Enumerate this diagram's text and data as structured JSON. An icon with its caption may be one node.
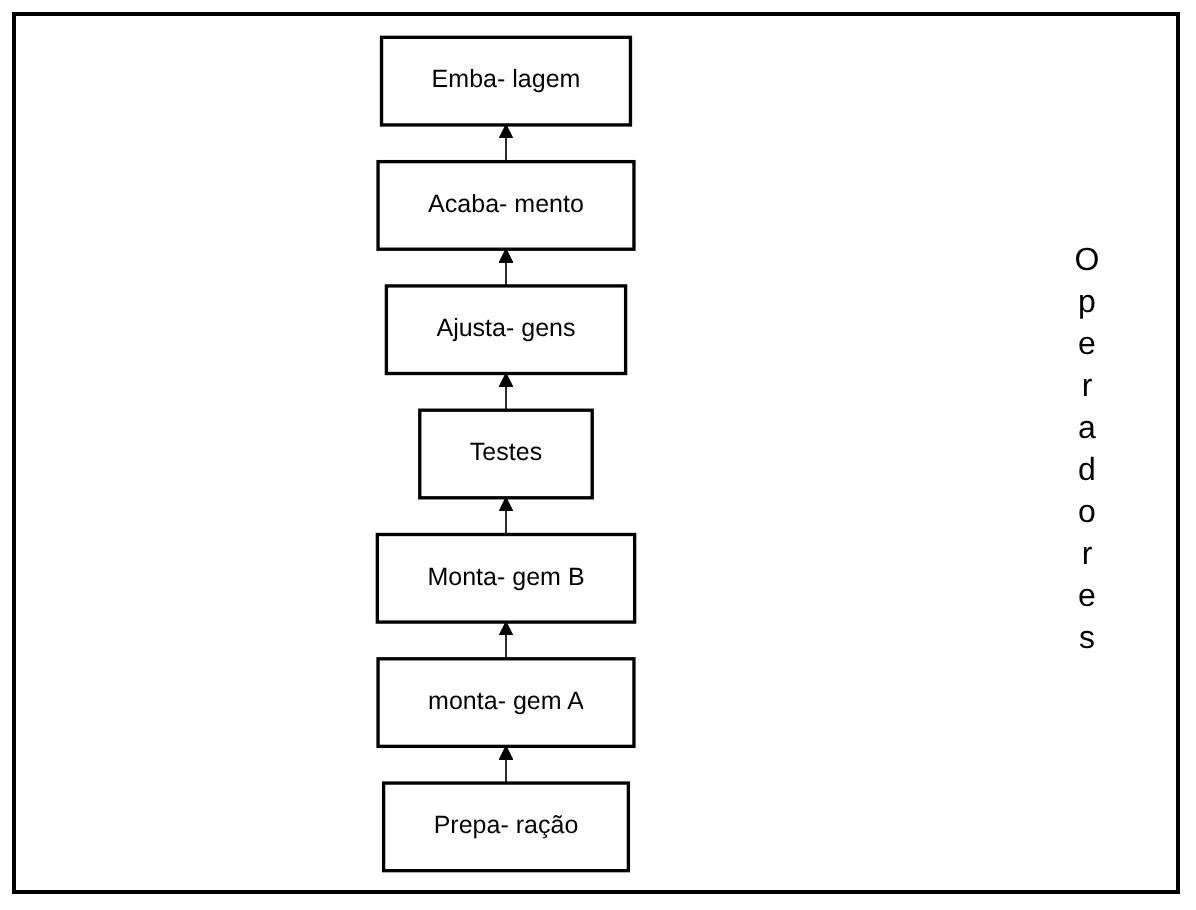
{
  "diagram": {
    "nodes": [
      {
        "text": [
          "Prepa- ração"
        ]
      },
      {
        "text": [
          "monta- gem A"
        ]
      },
      {
        "text": [
          "Monta- gem B"
        ]
      },
      {
        "text": [
          "Testes"
        ]
      },
      {
        "text": [
          "Ajusta- gens"
        ]
      },
      {
        "text": [
          "Acaba- mento"
        ]
      },
      {
        "text": [
          "Emba- lagem"
        ]
      }
    ],
    "edges": [
      {
        "from": 0,
        "to": 1,
        "arrow": "to"
      },
      {
        "from": 1,
        "to": 2,
        "arrow": "to"
      },
      {
        "from": 2,
        "to": 3,
        "arrow": "to"
      },
      {
        "from": 3,
        "to": 4,
        "arrow": "to"
      },
      {
        "from": 4,
        "to": 5,
        "arrow": "to"
      },
      {
        "from": 5,
        "to": 6,
        "arrow": "to"
      }
    ],
    "labels": [
      "Operadores"
    ]
  }
}
